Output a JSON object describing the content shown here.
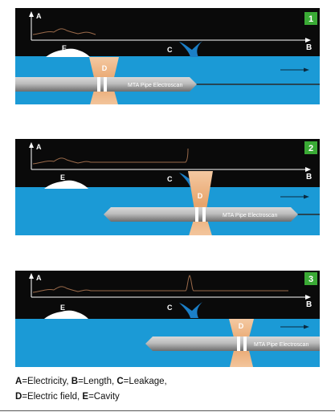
{
  "labels": {
    "electricity": "A",
    "length": "B",
    "leakage": "C",
    "electric_field": "D",
    "cavity": "E"
  },
  "probe_label": "MTA Pipe Electroscan",
  "panels": [
    {
      "number": "1"
    },
    {
      "number": "2"
    },
    {
      "number": "3"
    }
  ],
  "legend": {
    "line1": [
      {
        "key": "A",
        "text": "=Electricity, "
      },
      {
        "key": "B",
        "text": "=Length, "
      },
      {
        "key": "C",
        "text": "=Leakage,"
      }
    ],
    "line2": [
      {
        "key": "D",
        "text": "=Electric field, "
      },
      {
        "key": "E",
        "text": "=Cavity"
      }
    ]
  },
  "colors": {
    "sky": "#0a0a0a",
    "water": "#1b9ad6",
    "badge": "#3aaa35",
    "probe": "#a3a3a3",
    "signal": "#9a6a4a",
    "field": "#f1b98a",
    "leak": "#1b7fc7"
  }
}
